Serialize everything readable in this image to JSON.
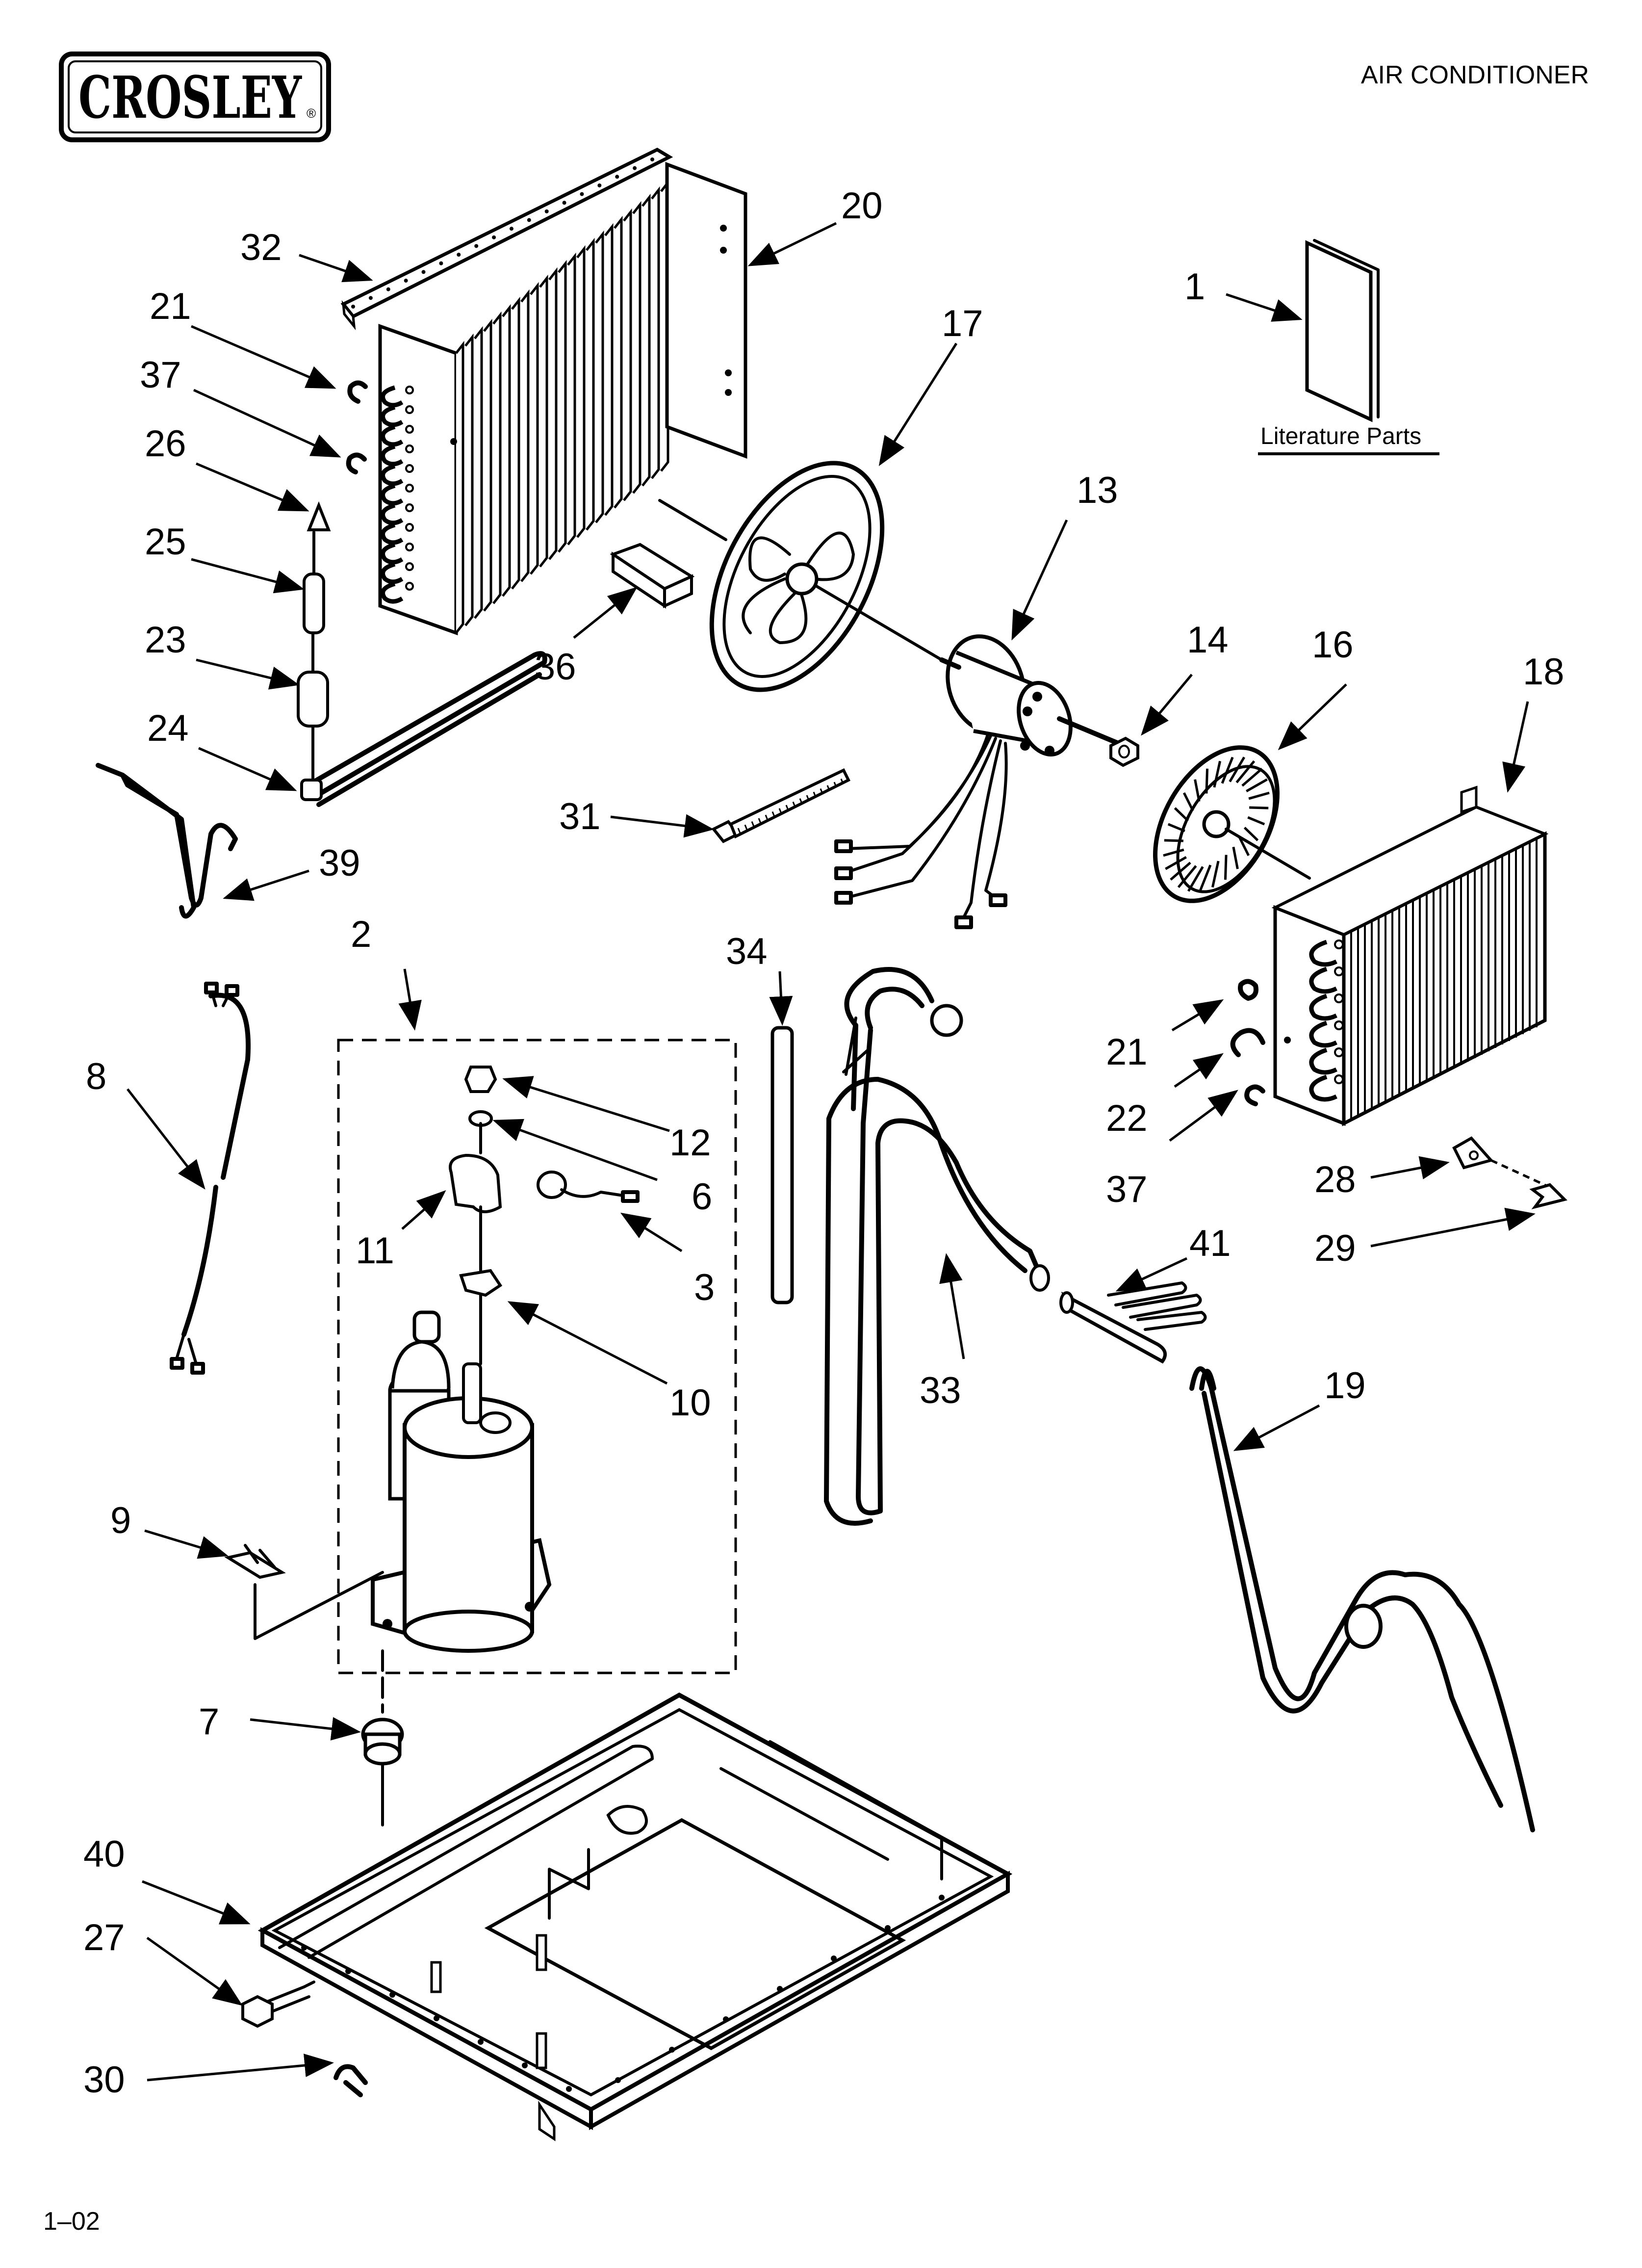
{
  "brand": {
    "logo_text": "CROSLEY",
    "registered_mark": "®"
  },
  "header": {
    "product_title": "AIR CONDITIONER"
  },
  "footer": {
    "revision": "1–02"
  },
  "literature_box": {
    "label": "Literature Parts"
  },
  "callouts": {
    "c1": "1",
    "c2": "2",
    "c3": "3",
    "c6": "6",
    "c7": "7",
    "c8": "8",
    "c9": "9",
    "c10": "10",
    "c11": "11",
    "c12": "12",
    "c13": "13",
    "c14": "14",
    "c16": "16",
    "c17": "17",
    "c18": "18",
    "c19": "19",
    "c20": "20",
    "c21a": "21",
    "c21b": "21",
    "c22": "22",
    "c23": "23",
    "c24": "24",
    "c25": "25",
    "c26": "26",
    "c27": "27",
    "c28": "28",
    "c29": "29",
    "c30": "30",
    "c31": "31",
    "c32": "32",
    "c33": "33",
    "c34": "34",
    "c36": "36",
    "c37a": "37",
    "c37b": "37",
    "c39": "39",
    "c40": "40",
    "c41": "41"
  }
}
